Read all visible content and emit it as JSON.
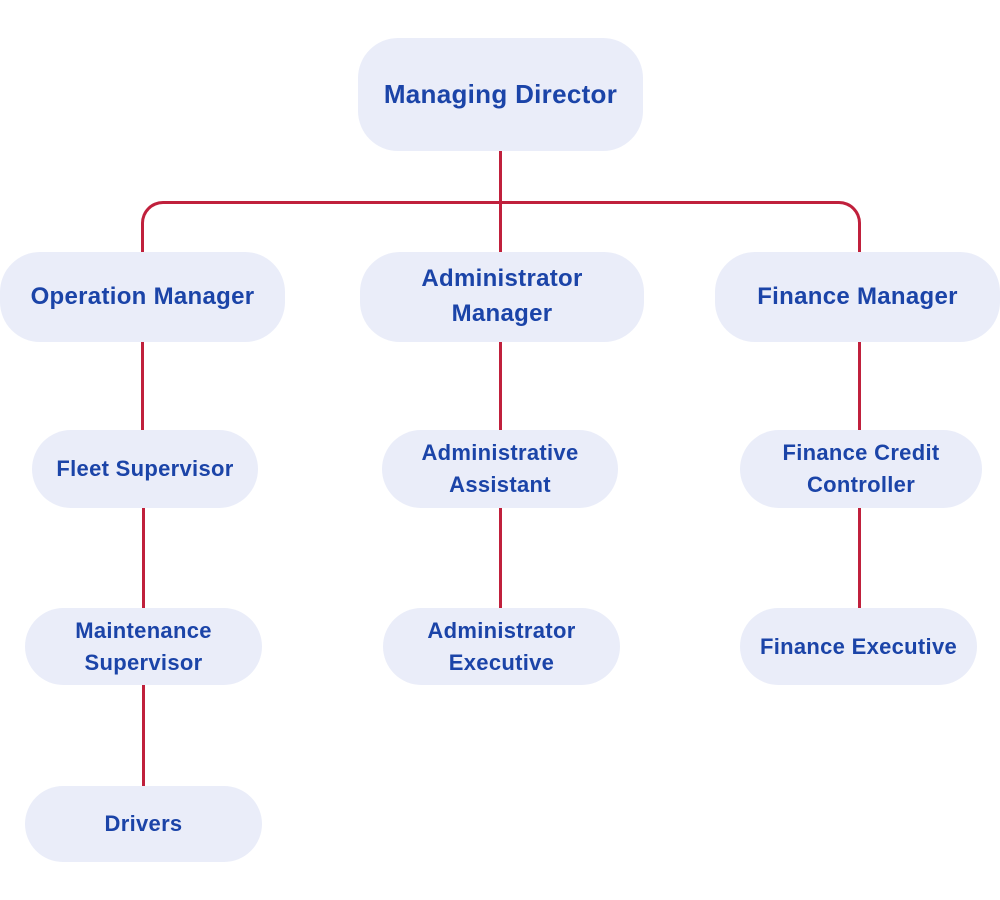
{
  "colors": {
    "node_fill": "#eaedf9",
    "node_text": "#1b44a8",
    "connector": "#c0203c",
    "background": "#ffffff"
  },
  "org_chart": {
    "type": "organization-chart",
    "nodes": {
      "managing_director": {
        "label": "Managing Director",
        "level": 1
      },
      "operation_manager": {
        "label": "Operation Manager",
        "level": 2
      },
      "administrator_manager": {
        "label": "Administrator Manager",
        "level": 2
      },
      "finance_manager": {
        "label": "Finance Manager",
        "level": 2
      },
      "fleet_supervisor": {
        "label": "Fleet Supervisor",
        "level": 3
      },
      "administrative_assistant": {
        "label": "Administrative Assistant",
        "level": 3
      },
      "finance_credit_controller": {
        "label": "Finance Credit Controller",
        "level": 3
      },
      "maintenance_supervisor": {
        "label": "Maintenance Supervisor",
        "level": 4
      },
      "administrator_executive": {
        "label": "Administrator Executive",
        "level": 4
      },
      "finance_executive": {
        "label": "Finance Executive",
        "level": 4
      },
      "drivers": {
        "label": "Drivers",
        "level": 5
      }
    },
    "edges": [
      [
        "managing_director",
        "operation_manager"
      ],
      [
        "managing_director",
        "administrator_manager"
      ],
      [
        "managing_director",
        "finance_manager"
      ],
      [
        "operation_manager",
        "fleet_supervisor"
      ],
      [
        "fleet_supervisor",
        "maintenance_supervisor"
      ],
      [
        "maintenance_supervisor",
        "drivers"
      ],
      [
        "administrator_manager",
        "administrative_assistant"
      ],
      [
        "administrative_assistant",
        "administrator_executive"
      ],
      [
        "finance_manager",
        "finance_credit_controller"
      ],
      [
        "finance_credit_controller",
        "finance_executive"
      ]
    ]
  }
}
